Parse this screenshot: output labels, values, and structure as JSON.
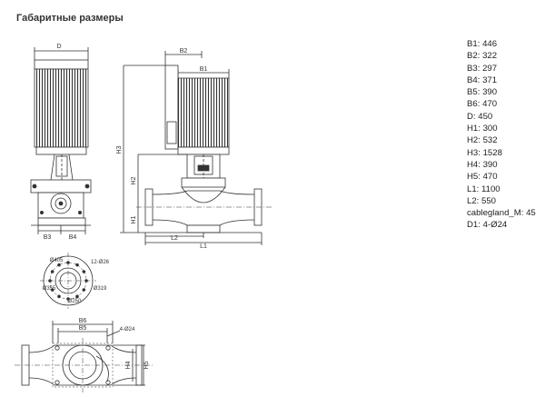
{
  "title": "Габаритные размеры",
  "dimensions": [
    {
      "text": "B1: 446"
    },
    {
      "text": "B2: 322"
    },
    {
      "text": "B3: 297"
    },
    {
      "text": "B4: 371"
    },
    {
      "text": "B5: 390"
    },
    {
      "text": "B6: 470"
    },
    {
      "text": "D: 450"
    },
    {
      "text": "H1: 300"
    },
    {
      "text": "H2: 532"
    },
    {
      "text": "H3: 1528"
    },
    {
      "text": "H4: 390"
    },
    {
      "text": "H5: 470"
    },
    {
      "text": "L1: 1100"
    },
    {
      "text": "L2: 550"
    },
    {
      "text": "cablegland_M: 45"
    },
    {
      "text": "D1: 4-Ø24"
    }
  ],
  "drawing_labels": {
    "d": "D",
    "b1": "B1",
    "b2": "B2",
    "b3": "B3",
    "b4": "B4",
    "b5": "B5",
    "b6": "B6",
    "h1": "H1",
    "h2": "H2",
    "h3": "H3",
    "h4": "H4",
    "h5": "H5",
    "l1": "L1",
    "l2": "L2",
    "flange_405": "Ø405",
    "flange_12_26": "12-Ø26",
    "flange_355": "Ø355",
    "flange_319": "Ø319",
    "flange_250": "Ø250",
    "base_4_24": "4-Ø24"
  }
}
